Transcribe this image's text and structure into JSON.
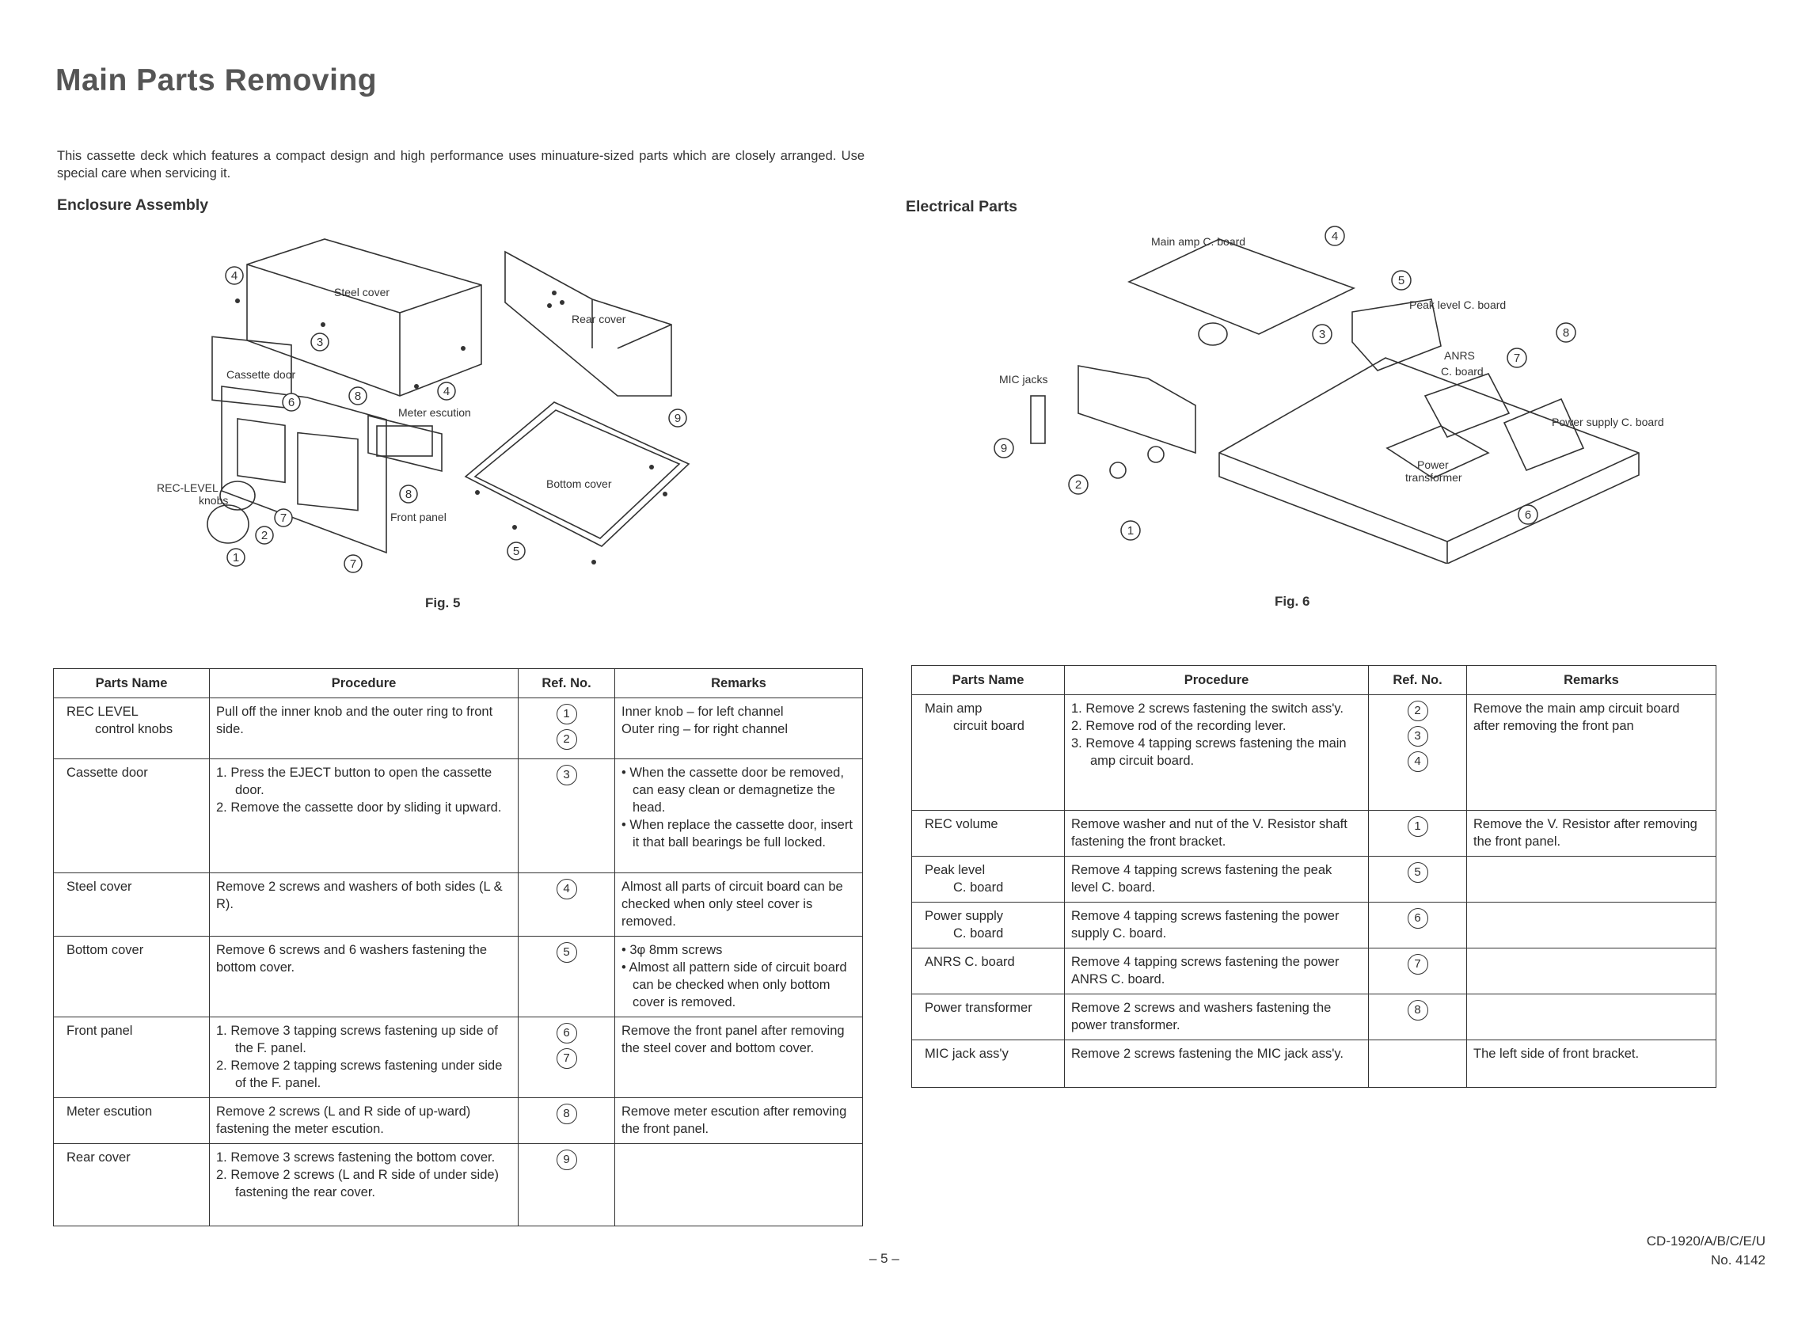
{
  "page": {
    "title": "Main Parts Removing",
    "intro": "This cassette deck which features a compact design and high performance uses minuature-sized parts which are closely arranged.  Use special care when servicing it.",
    "page_number": "– 5 –",
    "model": "CD-1920/A/B/C/E/U",
    "doc_no": "No. 4142"
  },
  "enclosure": {
    "heading": "Enclosure Assembly",
    "figure_caption": "Fig. 5",
    "labels": {
      "steel_cover": "Steel cover",
      "rear_cover": "Rear cover",
      "cassette_door": "Cassette door",
      "meter_escution": "Meter escution",
      "rec_level_1": "REC-LEVEL",
      "rec_level_2": "knobs",
      "front_panel": "Front panel",
      "bottom_cover": "Bottom cover"
    },
    "callouts": [
      "4",
      "3",
      "6",
      "8",
      "4",
      "9",
      "8",
      "7",
      "2",
      "1",
      "7",
      "5"
    ]
  },
  "electrical": {
    "heading": "Electrical Parts",
    "figure_caption": "Fig. 6",
    "labels": {
      "main_amp": "Main amp C. board",
      "peak_level": "Peak level C. board",
      "anrs_1": "ANRS",
      "anrs_2": "C. board",
      "power_supply": "Power supply C. board",
      "mic_jacks": "MIC jacks",
      "power_transformer_1": "Power",
      "power_transformer_2": "transformer"
    },
    "callouts": [
      "4",
      "5",
      "3",
      "8",
      "7",
      "9",
      "2",
      "1",
      "6"
    ]
  },
  "headers": {
    "parts_name": "Parts Name",
    "procedure": "Procedure",
    "ref_no": "Ref. No.",
    "remarks": "Remarks"
  },
  "table_left": [
    {
      "name": [
        "REC LEVEL",
        "control knobs"
      ],
      "procedure": [
        "Pull off the inner knob and the outer ring to front side."
      ],
      "procedure_numbered": false,
      "refs": [
        "1",
        "2"
      ],
      "remarks": [
        "Inner knob – for left channel",
        "Outer ring – for right channel"
      ],
      "remarks_bulleted": false
    },
    {
      "name": [
        "Cassette door"
      ],
      "procedure": [
        "1.  Press the EJECT button to open the cassette door.",
        "2.  Remove the cassette door by sliding it upward."
      ],
      "procedure_numbered": true,
      "refs": [
        "3"
      ],
      "remarks": [
        "• When the cassette door be removed, can easy clean or demagnetize the head.",
        "• When replace the cassette door, insert it that ball bearings be full locked."
      ],
      "remarks_bulleted": true
    },
    {
      "name": [
        "Steel cover"
      ],
      "procedure": [
        "Remove 2 screws and washers of both sides (L & R)."
      ],
      "procedure_numbered": false,
      "refs": [
        "4"
      ],
      "remarks": [
        "Almost all parts of circuit board can be checked when only steel cover is removed."
      ],
      "remarks_bulleted": false
    },
    {
      "name": [
        "Bottom cover"
      ],
      "procedure": [
        "Remove 6 screws and 6 washers fastening the bottom cover."
      ],
      "procedure_numbered": false,
      "refs": [
        "5"
      ],
      "remarks": [
        "• 3φ 8mm screws",
        "• Almost all pattern side of circuit board can be checked when only bottom cover is removed."
      ],
      "remarks_bulleted": true
    },
    {
      "name": [
        "Front panel"
      ],
      "procedure": [
        "1.  Remove 3 tapping screws fastening up side of the F. panel.",
        "2.  Remove 2 tapping screws fastening under side of the F. panel."
      ],
      "procedure_numbered": true,
      "refs": [
        "6",
        "7"
      ],
      "remarks": [
        "Remove the front panel after removing the steel cover and bottom cover."
      ],
      "remarks_bulleted": false
    },
    {
      "name": [
        "Meter escution"
      ],
      "procedure": [
        "Remove 2 screws (L and R side of up-ward) fastening the meter escution."
      ],
      "procedure_numbered": false,
      "refs": [
        "8"
      ],
      "remarks": [
        "Remove meter escution after removing the front panel."
      ],
      "remarks_bulleted": false
    },
    {
      "name": [
        "Rear cover"
      ],
      "procedure": [
        "1.  Remove 3 screws fastening the bottom cover.",
        "2.  Remove 2 screws (L and R side of under side) fastening the rear cover."
      ],
      "procedure_numbered": true,
      "refs": [
        "9"
      ],
      "remarks": [],
      "remarks_bulleted": false
    }
  ],
  "table_right": [
    {
      "name": [
        "Main amp",
        "circuit board"
      ],
      "procedure": [
        "1.  Remove 2 screws fastening the switch ass'y.",
        "2.  Remove rod of the recording lever.",
        "3.  Remove 4 tapping screws fastening the main amp circuit board."
      ],
      "procedure_numbered": true,
      "refs": [
        "2",
        "3",
        "4"
      ],
      "remarks": [
        "Remove the main amp circuit board after removing the front pan"
      ],
      "remarks_bulleted": false
    },
    {
      "name": [
        "REC volume"
      ],
      "procedure": [
        "Remove washer and nut of the V. Resistor shaft fastening the front bracket."
      ],
      "procedure_numbered": false,
      "refs": [
        "1"
      ],
      "remarks": [
        "Remove the V. Resistor after removing the front panel."
      ],
      "remarks_bulleted": false
    },
    {
      "name": [
        "Peak level",
        "C. board"
      ],
      "procedure": [
        "Remove 4 tapping screws fastening the peak level C. board."
      ],
      "procedure_numbered": false,
      "refs": [
        "5"
      ],
      "remarks": [],
      "remarks_bulleted": false
    },
    {
      "name": [
        "Power supply",
        "C. board"
      ],
      "procedure": [
        "Remove 4 tapping screws fastening the power supply C. board."
      ],
      "procedure_numbered": false,
      "refs": [
        "6"
      ],
      "remarks": [],
      "remarks_bulleted": false
    },
    {
      "name": [
        "ANRS C. board"
      ],
      "procedure": [
        "Remove 4 tapping screws fastening the power ANRS C. board."
      ],
      "procedure_numbered": false,
      "refs": [
        "7"
      ],
      "remarks": [],
      "remarks_bulleted": false
    },
    {
      "name": [
        "Power transformer"
      ],
      "procedure": [
        "Remove 2 screws and washers fastening the power transformer."
      ],
      "procedure_numbered": false,
      "refs": [
        "8"
      ],
      "remarks": [],
      "remarks_bulleted": false
    },
    {
      "name": [
        "MIC jack ass'y"
      ],
      "procedure": [
        "Remove 2 screws fastening the MIC jack ass'y."
      ],
      "procedure_numbered": false,
      "refs": [],
      "remarks": [
        "The left side of front bracket."
      ],
      "remarks_bulleted": false
    }
  ]
}
